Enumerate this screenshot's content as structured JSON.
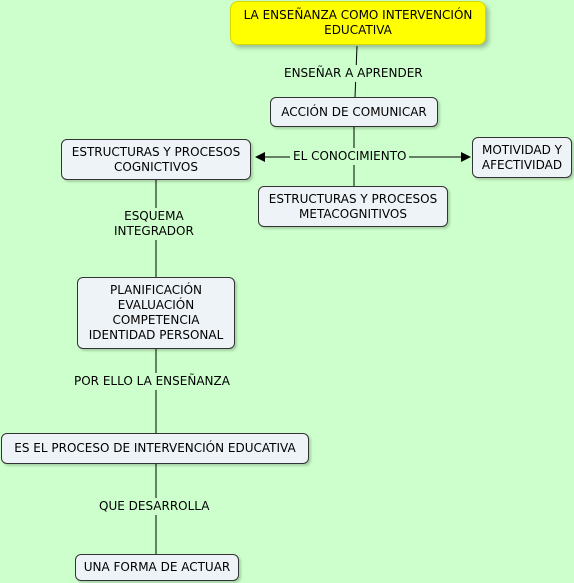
{
  "nodes": {
    "root": "LA ENSEÑANZA COMO INTERVENCIÓN\nEDUCATIVA",
    "accion": "ACCIÓN DE COMUNICAR",
    "estructuras_cognictivos": "ESTRUCTURAS Y PROCESOS\nCOGNICTIVOS",
    "motividad": "MOTIVIDAD Y\nAFECTIVIDAD",
    "estructuras_metacognitivos": "ESTRUCTURAS Y PROCESOS\nMETACOGNITIVOS",
    "planificacion": "PLANIFICACIÓN\nEVALUACIÓN\nCOMPETENCIA\nIDENTIDAD PERSONAL",
    "proceso": "ES EL PROCESO DE INTERVENCIÓN EDUCATIVA",
    "forma": "UNA FORMA DE ACTUAR"
  },
  "links": {
    "ensenar": "ENSEÑAR A APRENDER",
    "conocimiento": "EL CONOCIMIENTO",
    "esquema": "ESQUEMA\nINTEGRADOR",
    "por_ello": "POR ELLO LA ENSEÑANZA",
    "que_desarrolla": "QUE DESARROLLA"
  },
  "colors": {
    "background": "#ccffcc",
    "root_fill": "#ffff00",
    "node_fill": "#eef3f7",
    "line": "#000000"
  }
}
